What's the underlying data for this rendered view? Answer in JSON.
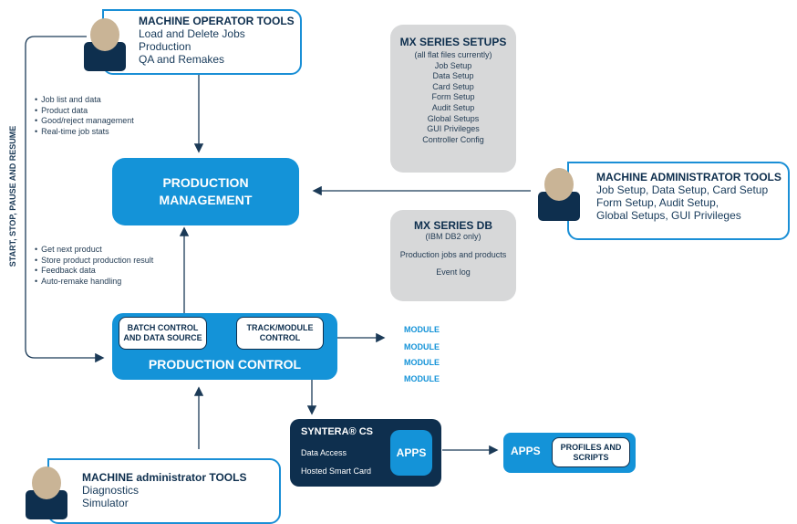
{
  "operator": {
    "title": "MACHINE OPERATOR TOOLS",
    "lines": [
      "Load and Delete Jobs",
      "Production",
      "QA and Remakes"
    ]
  },
  "setups": {
    "title": "MX SERIES SETUPS",
    "lines": [
      "(all flat files currently)",
      "Job Setup",
      "Data Setup",
      "Card Setup",
      "Form Setup",
      "Audit Setup",
      "Global Setups",
      "GUI Privileges",
      "Controller Config"
    ]
  },
  "bullets_top": [
    "Job list and data",
    "Product data",
    "Good/reject management",
    "Real-time job stats"
  ],
  "side_label": "START, STOP, PAUSE AND RESUME",
  "production_management": {
    "line1": "PRODUCTION",
    "line2": "MANAGEMENT"
  },
  "admin": {
    "title": "MACHINE ADMINISTRATOR TOOLS",
    "lines": [
      "Job Setup, Data Setup, Card Setup",
      "Form Setup, Audit Setup,",
      "Global Setups, GUI Privileges"
    ]
  },
  "db": {
    "title": "MX SERIES DB",
    "lines": [
      "(IBM DB2 only)",
      "",
      "Production jobs and products",
      "",
      "Event log"
    ]
  },
  "bullets_bottom": [
    "Get next product",
    "Store product production result",
    "Feedback data",
    "Auto-remake handling"
  ],
  "production_control": {
    "title": "PRODUCTION CONTROL",
    "batch": "BATCH CONTROL AND DATA SOURCE",
    "track": "TRACK/MODULE CONTROL"
  },
  "modules": [
    "MODULE",
    "MODULE",
    "MODULE",
    "MODULE"
  ],
  "syntera": {
    "title": "SYNTERA® CS",
    "line1": "Data Access",
    "line2": "Hosted Smart Card",
    "apps": "APPS"
  },
  "apps_box": {
    "label": "APPS",
    "profiles": "PROFILES AND SCRIPTS"
  },
  "admin_tools_bottom": {
    "title": "MACHINE administrator TOOLS",
    "lines": [
      "Diagnostics",
      "Simulator"
    ]
  },
  "colors": {
    "blue": "#1493d8",
    "navy": "#0e2f4e",
    "gray": "#d7d8d9"
  }
}
